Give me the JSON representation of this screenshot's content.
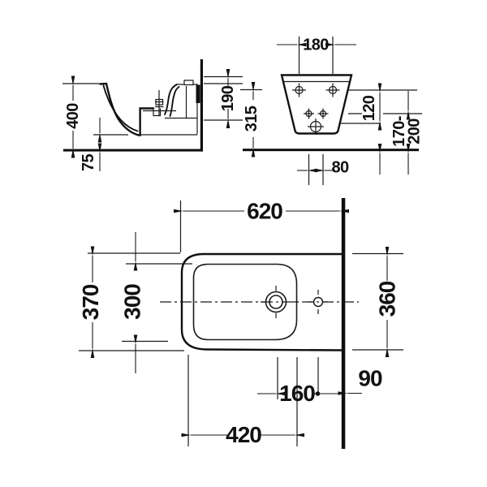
{
  "dims": {
    "side_height": "400",
    "side_floor_gap": "75",
    "side_top_depth": "190",
    "rear_hole_spacing": "180",
    "rear_fixing_height": "315",
    "rear_hole_offset": "120",
    "rear_outlet_min": "170-",
    "rear_outlet_max": "200",
    "rear_drain_spacing": "80",
    "plan_width": "620",
    "plan_depth": "370",
    "plan_basin_depth": "300",
    "plan_side_depth": "360",
    "plan_hole_spacing": "160",
    "plan_wall_gap": "90",
    "plan_tap_distance": "420"
  }
}
